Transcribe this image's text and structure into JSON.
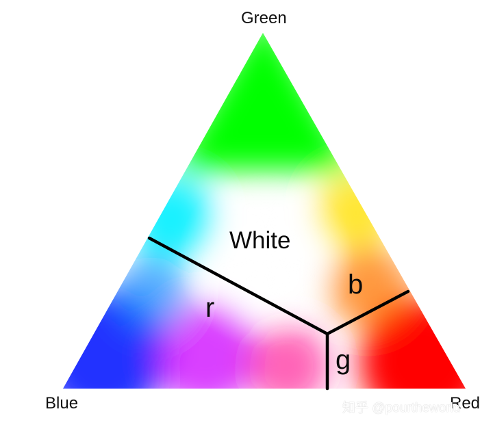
{
  "vertices": {
    "top": "Green",
    "bottom_left": "Blue",
    "bottom_right": "Red"
  },
  "regions": {
    "center": "White",
    "left": "r",
    "right": "b",
    "bottom": "g"
  },
  "watermark": "知乎 @pourtheworld",
  "colors": {
    "green": "#00ff00",
    "blue": "#0000ff",
    "red": "#ff0000",
    "white": "#ffffff",
    "divider": "#000000"
  }
}
